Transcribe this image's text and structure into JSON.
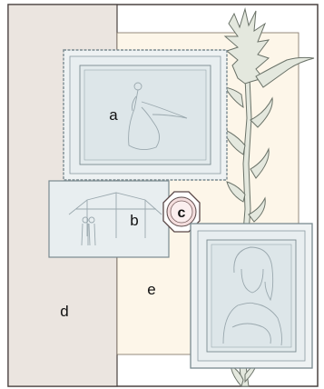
{
  "labels": {
    "a": "a",
    "b": "b",
    "c": "c",
    "d": "d",
    "e": "e"
  },
  "colors": {
    "background": "#ffffff",
    "outer_frame_stroke": "#4a4240",
    "wall_panel": "#ebe5e0",
    "cream_panel": "#fdf6e9",
    "frame_fill": "#e8eef0",
    "frame_stroke": "#7a8a90",
    "sketch_line": "#9aa8ae",
    "plant_fill": "#e4e8de",
    "plant_stroke": "#6a7268",
    "emblem_fill": "#f4dede",
    "emblem_stroke": "#5a4848"
  }
}
